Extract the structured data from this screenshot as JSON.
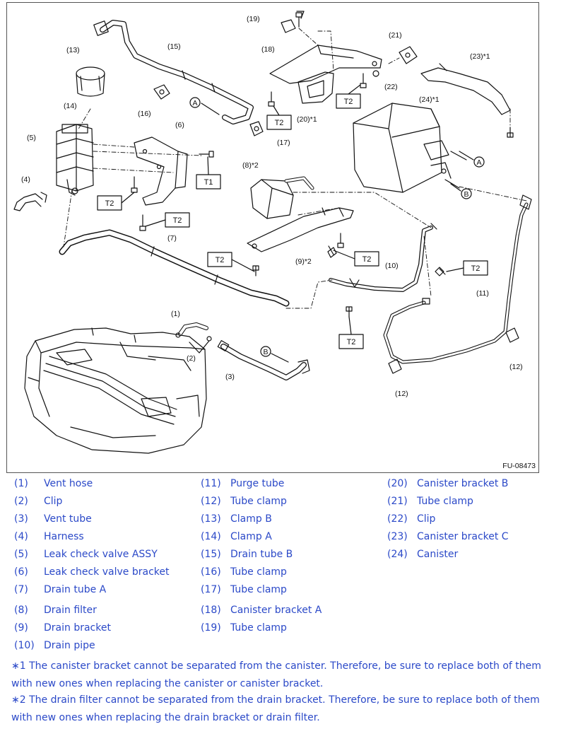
{
  "figure_id": "FU-08473",
  "diagram_labels": {
    "p1": "(1)",
    "p2": "(2)",
    "p3": "(3)",
    "p4": "(4)",
    "p5": "(5)",
    "p6": "(6)",
    "p7": "(7)",
    "p8": "(8)*2",
    "p9": "(9)*2",
    "p10": "(10)",
    "p11": "(11)",
    "p12a": "(12)",
    "p12b": "(12)",
    "p13": "(13)",
    "p14": "(14)",
    "p15": "(15)",
    "p16": "(16)",
    "p17": "(17)",
    "p18": "(18)",
    "p19": "(19)",
    "p20": "(20)*1",
    "p21": "(21)",
    "p22": "(22)",
    "p23": "(23)*1",
    "p24": "(24)*1"
  },
  "markers": {
    "a": "A",
    "b": "B"
  },
  "torque_labels": {
    "t1": "T1",
    "t2": "T2"
  },
  "legend": {
    "col1": [
      {
        "num": "(1)",
        "name": "Vent hose"
      },
      {
        "num": "(2)",
        "name": "Clip"
      },
      {
        "num": "(3)",
        "name": "Vent tube"
      },
      {
        "num": "(4)",
        "name": "Harness"
      },
      {
        "num": "(5)",
        "name": "Leak check valve ASSY"
      },
      {
        "num": "(6)",
        "name": "Leak check valve bracket"
      },
      {
        "num": "(7)",
        "name": "Drain tube A"
      },
      {
        "num": "(8)",
        "name": "Drain filter"
      },
      {
        "num": "(9)",
        "name": "Drain bracket"
      },
      {
        "num": "(10)",
        "name": "Drain pipe"
      }
    ],
    "col2": [
      {
        "num": "(11)",
        "name": "Purge tube"
      },
      {
        "num": "(12)",
        "name": "Tube clamp"
      },
      {
        "num": "(13)",
        "name": "Clamp B"
      },
      {
        "num": "(14)",
        "name": "Clamp A"
      },
      {
        "num": "(15)",
        "name": "Drain tube B"
      },
      {
        "num": "(16)",
        "name": "Tube clamp"
      },
      {
        "num": "(17)",
        "name": "Tube clamp"
      },
      {
        "num": "(18)",
        "name": "Canister bracket A"
      },
      {
        "num": "(19)",
        "name": "Tube clamp"
      }
    ],
    "col3": [
      {
        "num": "(20)",
        "name": "Canister bracket B"
      },
      {
        "num": "(21)",
        "name": "Tube clamp"
      },
      {
        "num": "(22)",
        "name": "Clip"
      },
      {
        "num": "(23)",
        "name": "Canister bracket C"
      },
      {
        "num": "(24)",
        "name": "Canister"
      }
    ]
  },
  "notes": [
    "∗1 The canister bracket cannot be separated from the canister. Therefore, be sure to replace both of them with new ones when replacing the canister or canister bracket.",
    "∗2 The drain filter cannot be separated from the drain bracket. Therefore, be sure to replace both of them with new ones when replacing the drain bracket or drain filter."
  ],
  "colors": {
    "legend_text": "#2b49c8",
    "line": "#111111"
  }
}
